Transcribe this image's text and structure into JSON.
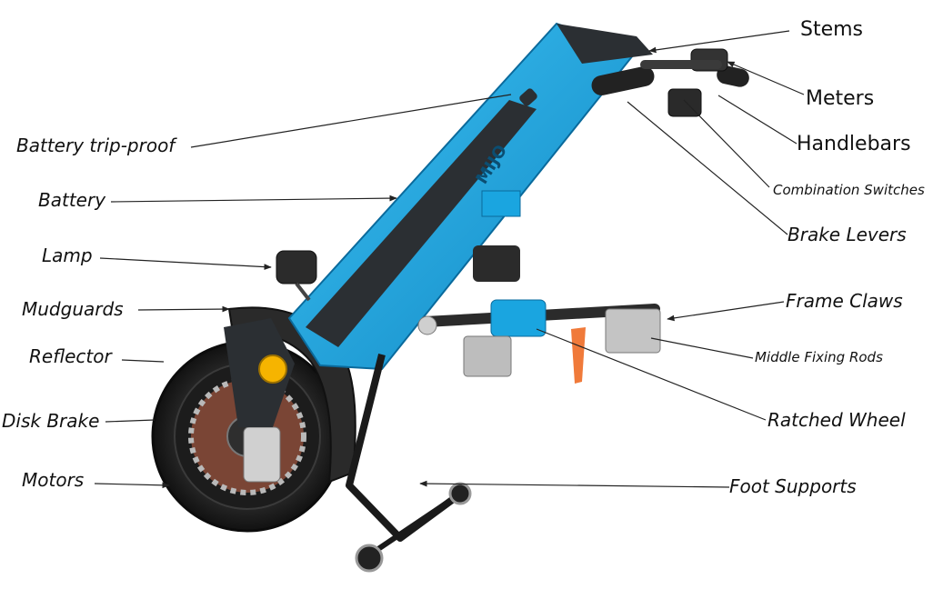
{
  "labels": {
    "stems": "Stems",
    "meters": "Meters",
    "handlebars": "Handlebars",
    "combination_switches": "Combination Switches",
    "brake_levers": "Brake Levers",
    "frame_claws": "Frame Claws",
    "middle_fixing_rods": "Middle Fixing Rods",
    "ratched_wheel": "Ratched Wheel",
    "foot_supports": "Foot Supports",
    "battery_trip_proof": "Battery trip-proof",
    "battery": "Battery",
    "lamp": "Lamp",
    "mudguards": "Mudguards",
    "reflector": "Reflector",
    "disk_brake": "Disk Brake",
    "motors": "Motors"
  },
  "brand_text": "MIJO",
  "colors": {
    "frame_blue": "#1aa5e0",
    "frame_dark": "#2b2f33",
    "leader_line": "#222222",
    "reflector_orange": "#f6b400",
    "lever_orange": "#f07a3a"
  }
}
